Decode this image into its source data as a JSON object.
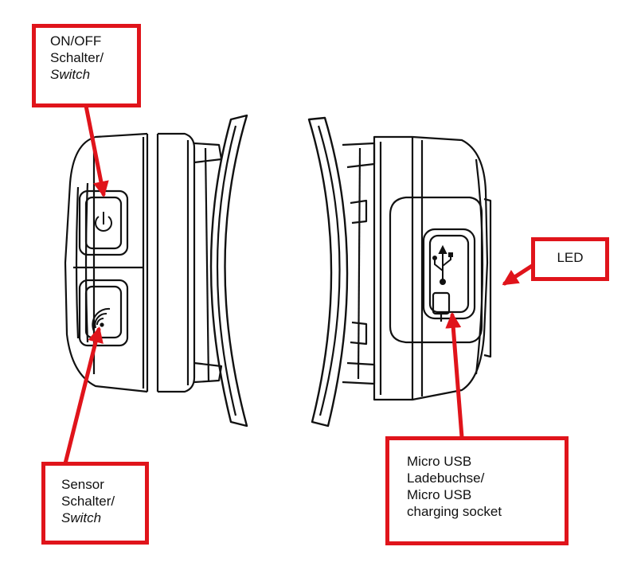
{
  "callouts": {
    "on_off": {
      "line1": "ON/OFF",
      "line2": "Schalter/",
      "line3": "Switch"
    },
    "led": {
      "line1": "LED"
    },
    "micro_usb": {
      "line1": "Micro USB",
      "line2": "Ladebuchse/",
      "line3": "Micro USB",
      "line4": "charging socket"
    },
    "sensor": {
      "line1": "Sensor",
      "line2": "Schalter/",
      "line3": "Switch"
    }
  },
  "colors": {
    "callout_red": "#e0141b",
    "line_art": "#111111",
    "background": "#ffffff"
  },
  "icons": {
    "power": "power-icon",
    "sensor": "wave-sensor-icon",
    "usb": "usb-icon"
  }
}
